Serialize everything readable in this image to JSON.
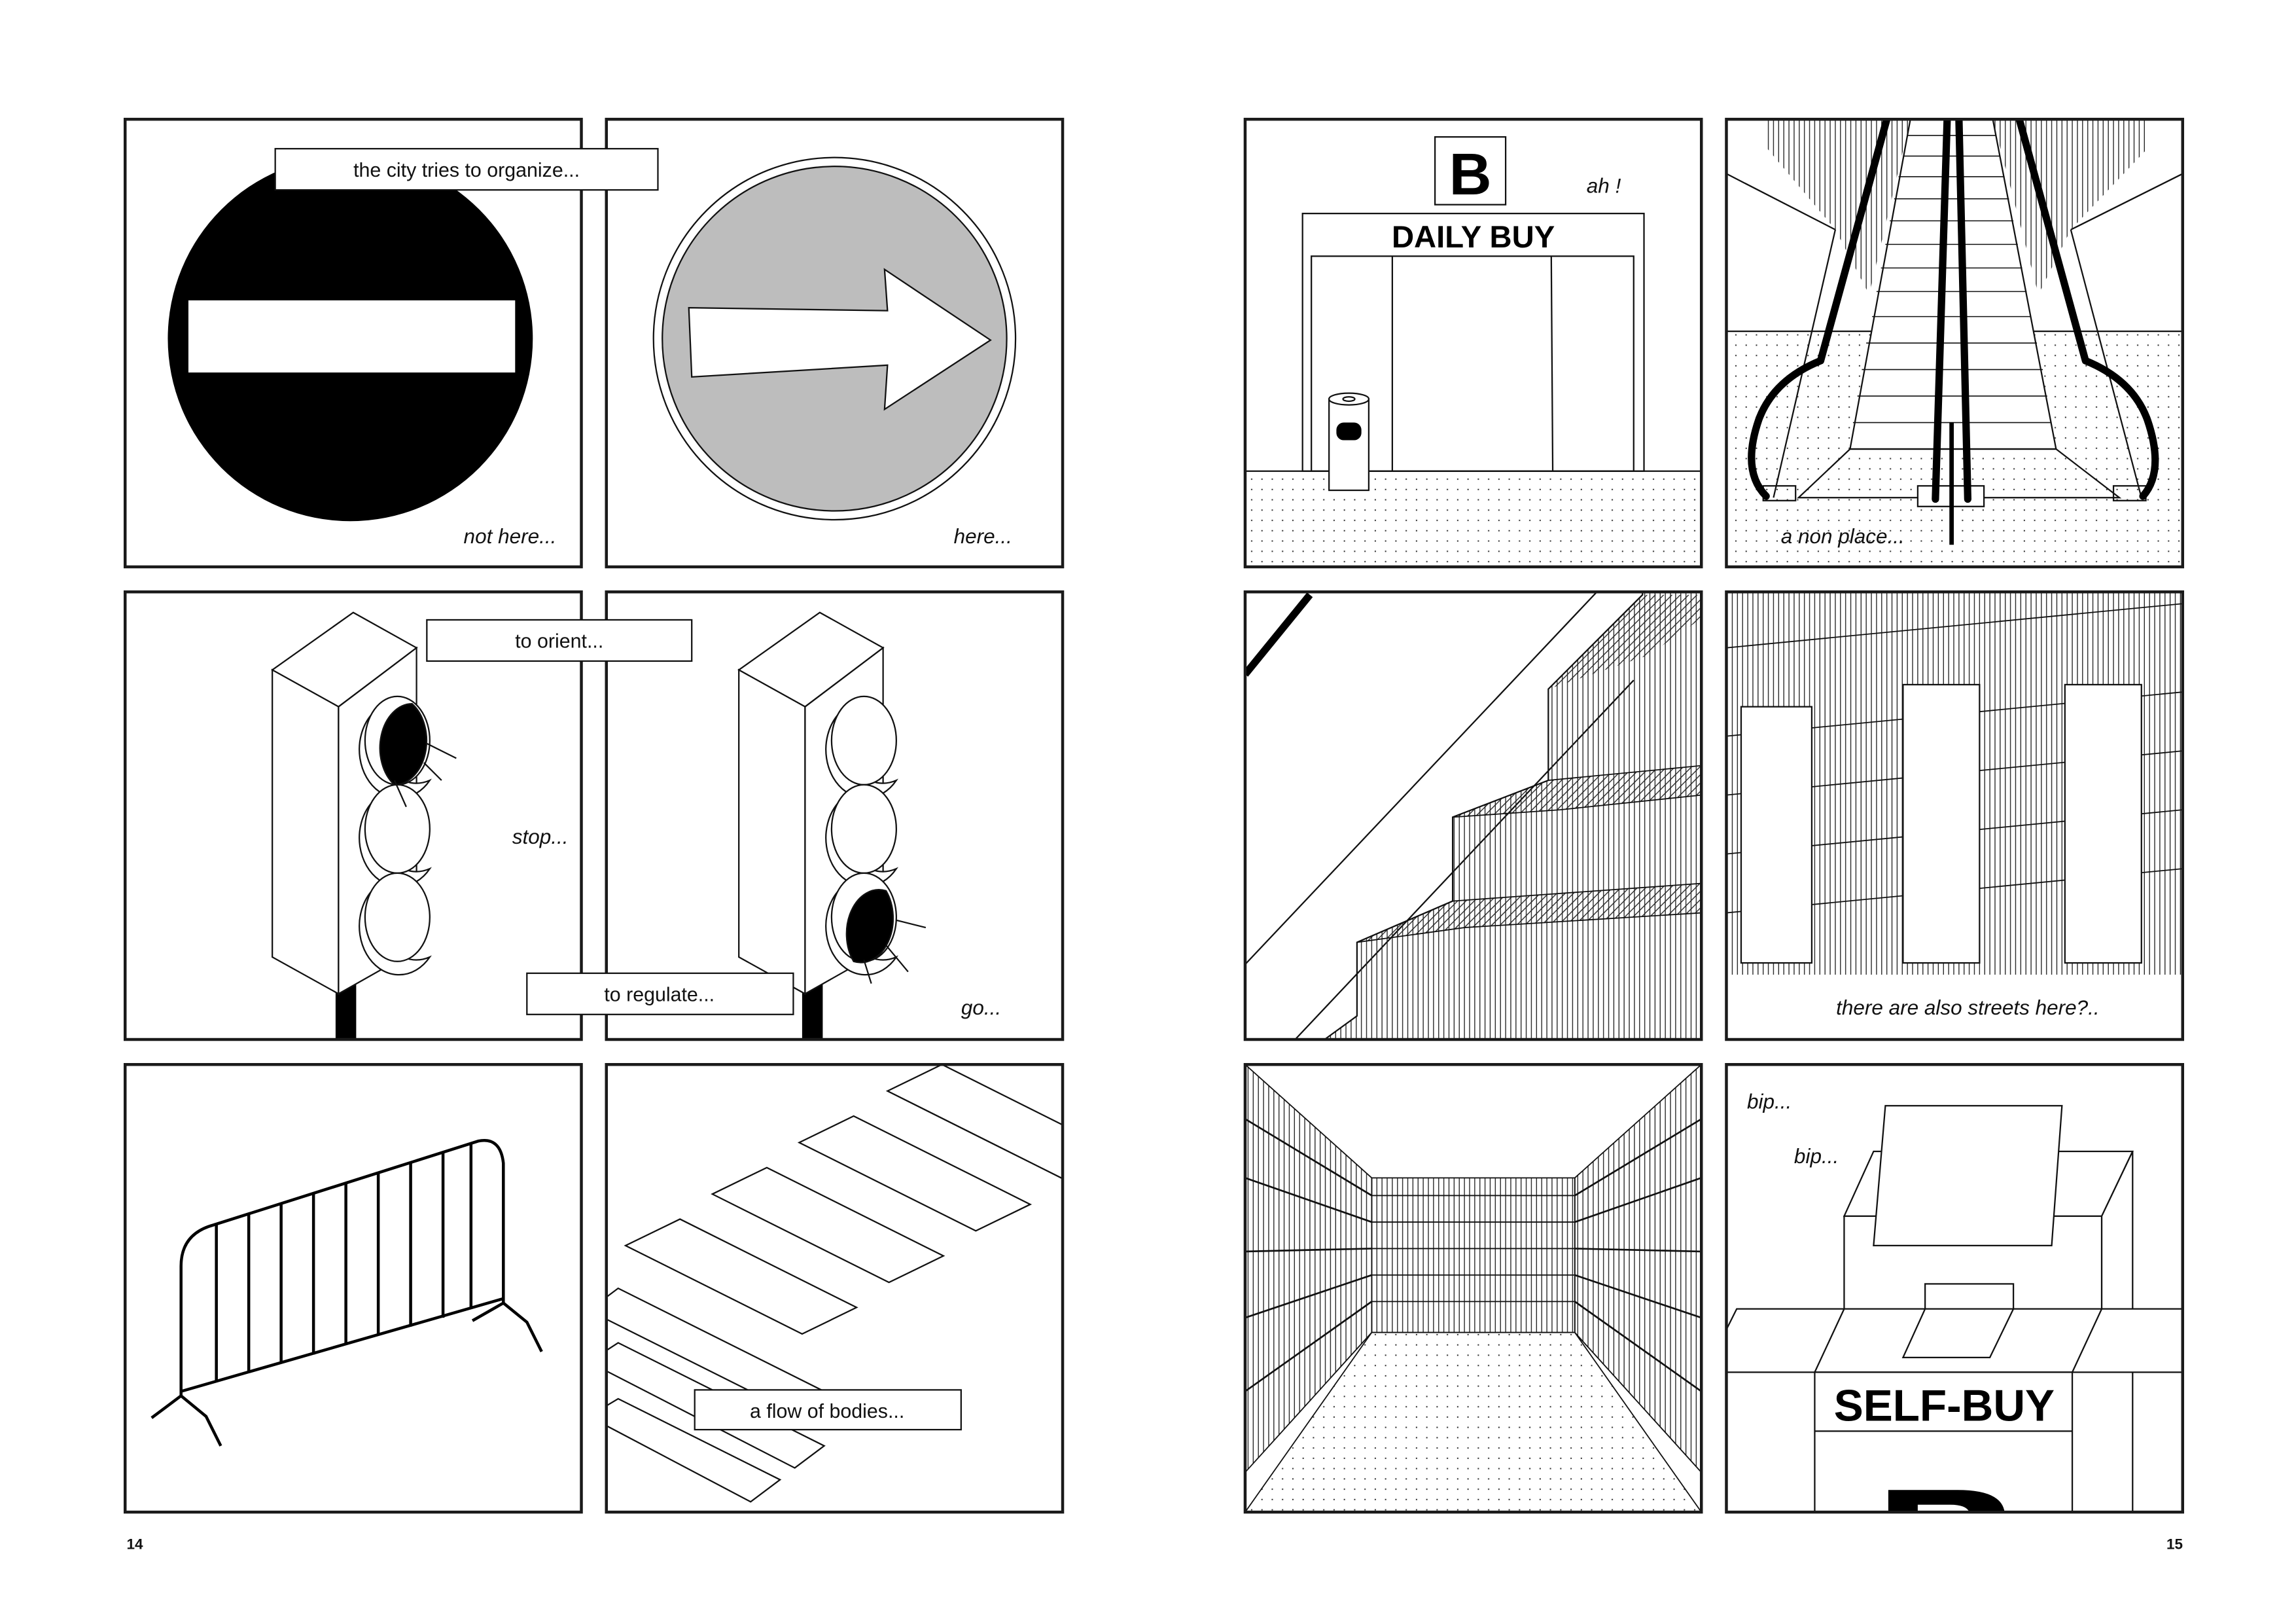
{
  "pages": {
    "left_number": "14",
    "right_number": "15"
  },
  "panels": {
    "no_entry": {
      "caption": "the city tries to organize...",
      "narration": "not here..."
    },
    "one_way": {
      "narration": "here..."
    },
    "traffic_light_stop": {
      "caption": "to orient...",
      "narration": "stop..."
    },
    "traffic_light_go": {
      "caption": "to regulate...",
      "narration": "go..."
    },
    "crosswalk": {
      "caption": "a flow of bodies..."
    },
    "store_entrance": {
      "sign_letter": "B",
      "exclamation": "ah !",
      "store_sign": "DAILY BUY"
    },
    "escalator": {
      "narration": "a non place..."
    },
    "shelf_streets": {
      "narration": "there are also streets here?.."
    },
    "self_checkout": {
      "sound_1": "bip...",
      "sound_2": "bip...",
      "machine_sign": "SELF-BUY"
    }
  },
  "colors": {
    "ink": "#111111",
    "sign_gray": "#bdbdbd",
    "paper": "#ffffff"
  }
}
